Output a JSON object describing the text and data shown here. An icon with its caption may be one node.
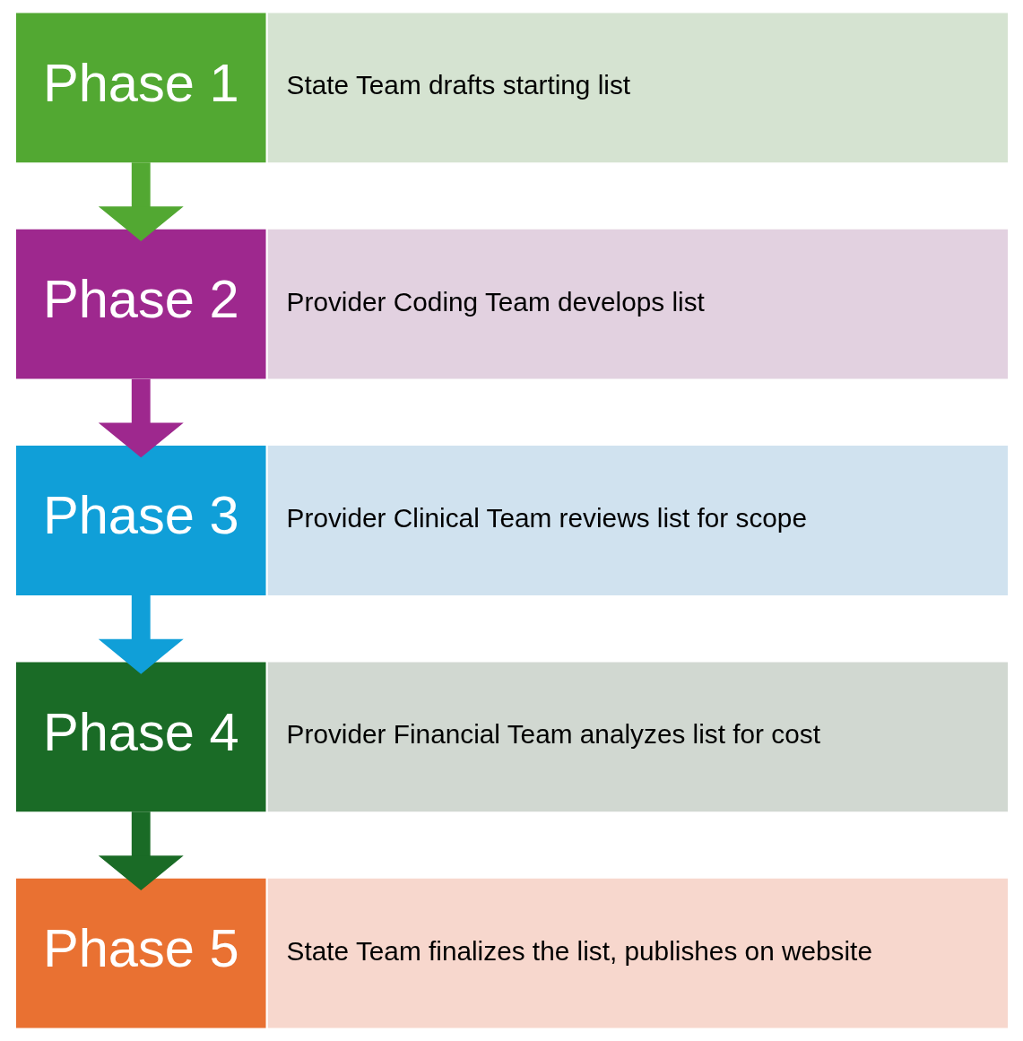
{
  "diagram": {
    "nodes": [
      {
        "text": [
          "Phase 1"
        ]
      },
      {
        "text": [
          "State Team drafts starting list"
        ]
      },
      {
        "text": [
          "Phase 2"
        ]
      },
      {
        "text": [
          "Provider Coding Team develops list"
        ]
      },
      {
        "text": [
          "Phase 3"
        ]
      },
      {
        "text": [
          "Provider Clinical Team reviews list for scope"
        ]
      },
      {
        "text": [
          "Phase 4"
        ]
      },
      {
        "text": [
          "Provider Financial Team analyzes list for cost"
        ]
      },
      {
        "text": [
          "Phase 5"
        ]
      },
      {
        "text": [
          "State Team finalizes the list, publishes on website"
        ]
      }
    ],
    "edges": [
      {
        "from": 0,
        "to": 2,
        "arrow": "to",
        "color": "#52a832"
      },
      {
        "from": 2,
        "to": 4,
        "arrow": "to",
        "color": "#9e288e"
      },
      {
        "from": 4,
        "to": 6,
        "arrow": "to",
        "color": "#109fd8"
      },
      {
        "from": 6,
        "to": 8,
        "arrow": "to",
        "color": "#1a6b26"
      }
    ]
  }
}
